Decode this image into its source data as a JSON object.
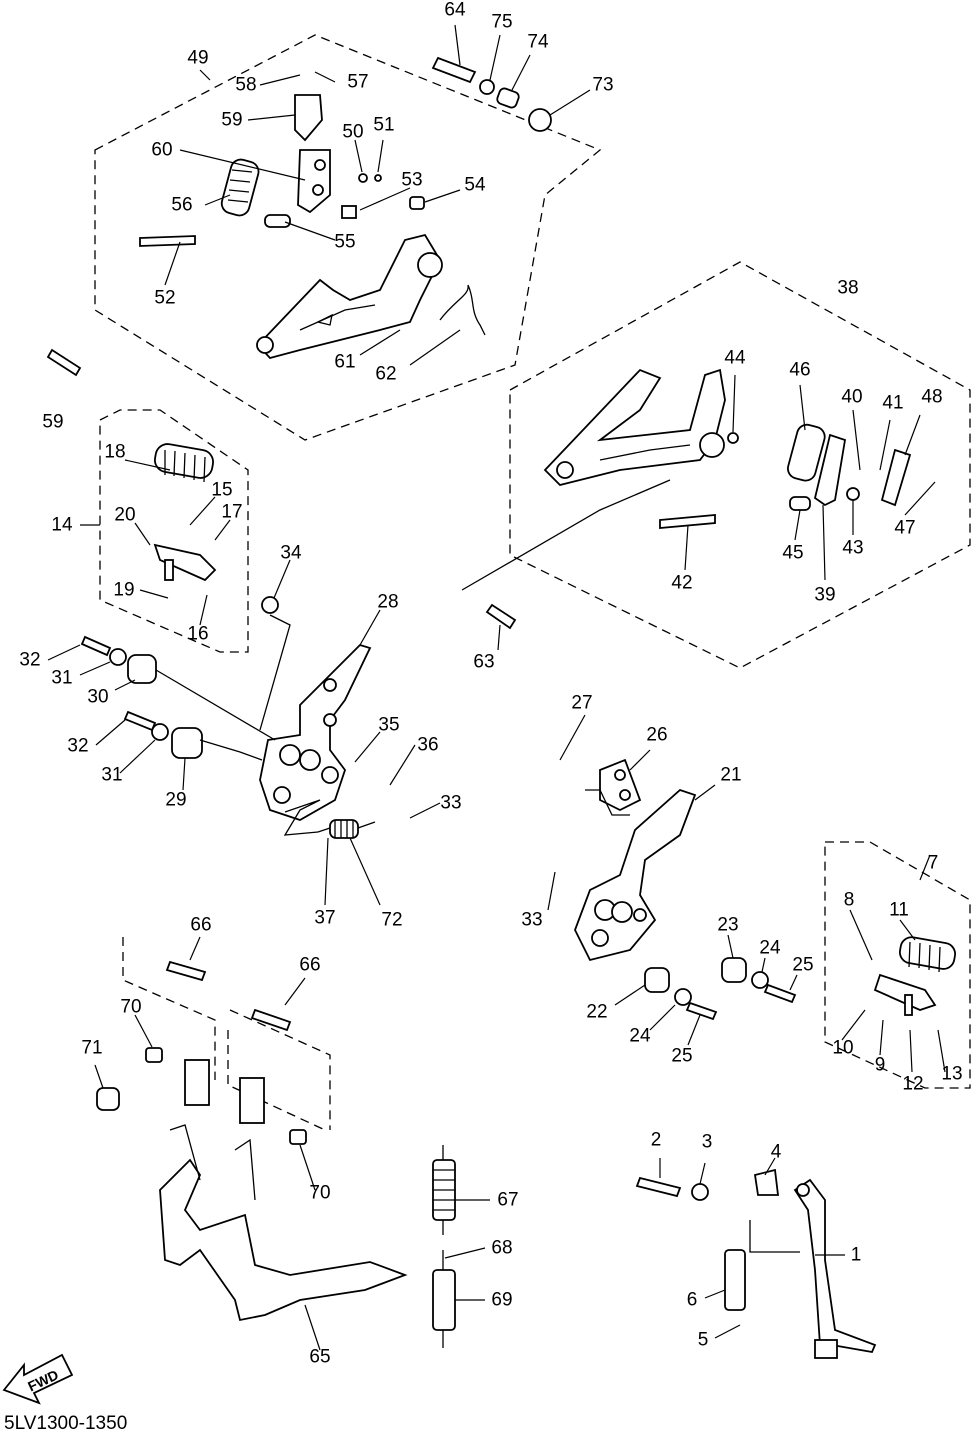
{
  "diagram_code": "5LV1300-1350",
  "fwd_label": "FWD",
  "callouts": [
    "1",
    "2",
    "3",
    "4",
    "5",
    "6",
    "7",
    "8",
    "9",
    "10",
    "11",
    "12",
    "13",
    "14",
    "15",
    "16",
    "17",
    "18",
    "19",
    "20",
    "21",
    "22",
    "23",
    "24",
    "25",
    "26",
    "27",
    "28",
    "29",
    "30",
    "31",
    "32",
    "33",
    "34",
    "35",
    "36",
    "37",
    "38",
    "39",
    "40",
    "41",
    "42",
    "43",
    "44",
    "45",
    "46",
    "47",
    "48",
    "49",
    "50",
    "51",
    "52",
    "53",
    "54",
    "55",
    "56",
    "57",
    "58",
    "59",
    "60",
    "61",
    "62",
    "63",
    "64",
    "65",
    "66",
    "67",
    "68",
    "69",
    "70",
    "71",
    "72",
    "73",
    "74",
    "75"
  ]
}
